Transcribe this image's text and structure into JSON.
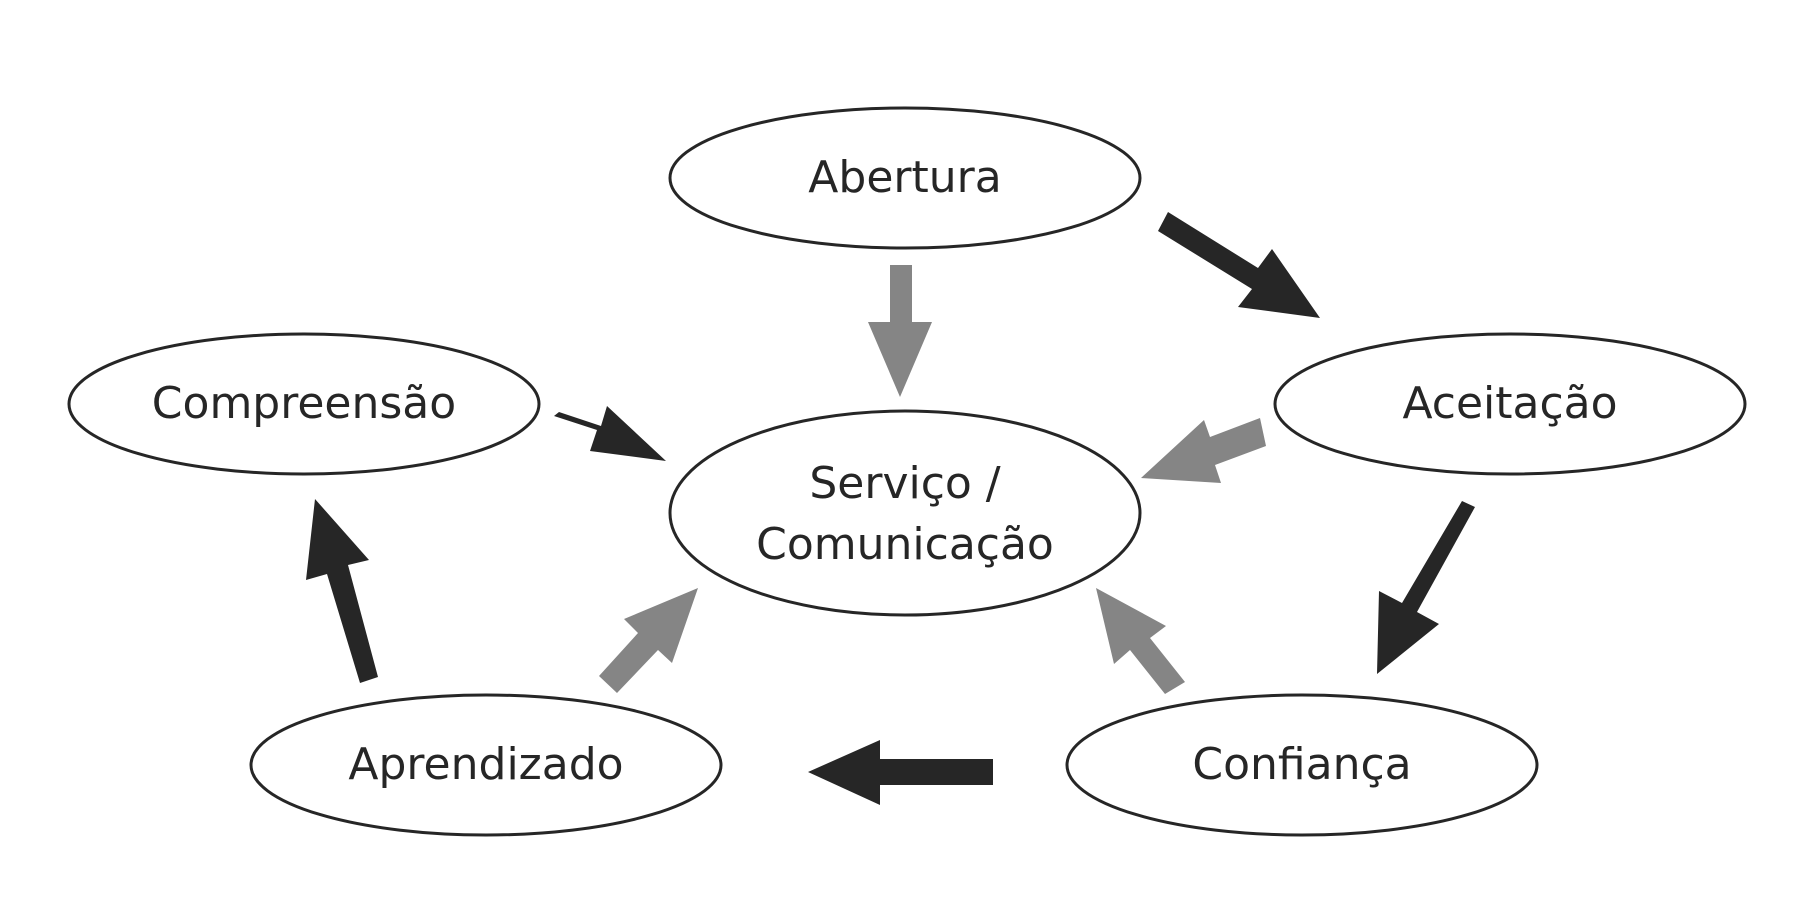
{
  "diagram": {
    "nodes": {
      "abertura": "Abertura",
      "aceitacao": "Aceitação",
      "confianca": "Confiança",
      "aprendizado": "Aprendizado",
      "compreensao": "Compreensão",
      "center_line1": "Serviço /",
      "center_line2": "Comunicação"
    },
    "colors": {
      "cycle_arrow": "#262626",
      "inward_arrow": "#858585",
      "outline": "#262626"
    }
  }
}
